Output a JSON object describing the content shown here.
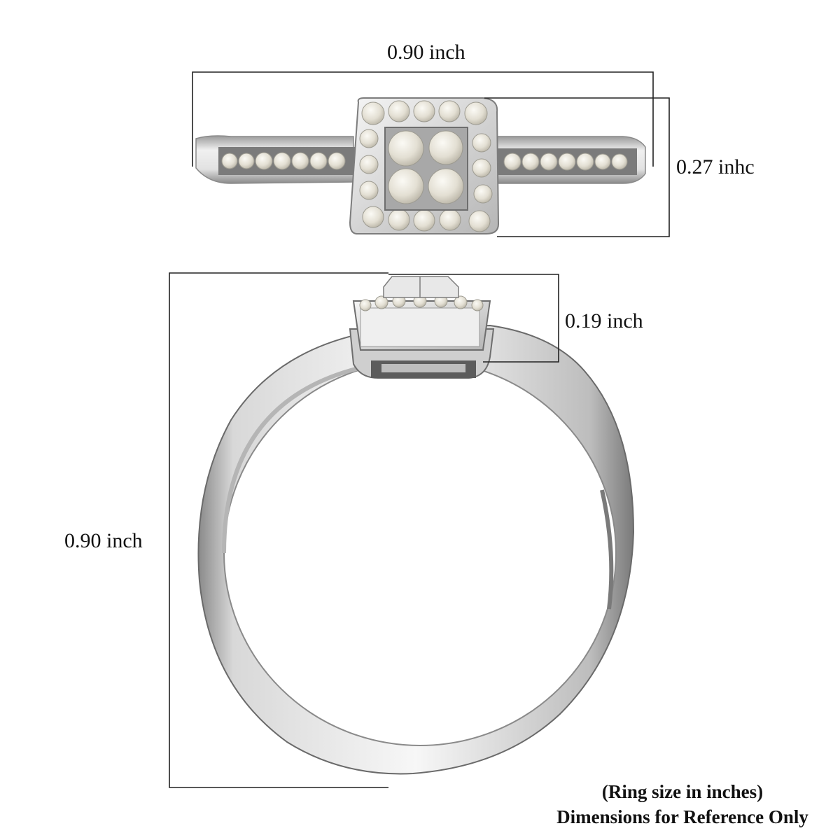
{
  "dimensions": {
    "top_width": "0.90 inch",
    "top_height": "0.27 inhc",
    "side_height": "0.19 inch",
    "ring_height": "0.90 inch"
  },
  "caption": {
    "line1": "(Ring size in inches)",
    "line2": "Dimensions for Reference Only"
  },
  "colors": {
    "metal_light": "#f2f2f2",
    "metal_mid": "#c9c9c9",
    "metal_dark": "#6e6e6e",
    "line": "#222222",
    "stone": "#e6e2d6"
  }
}
